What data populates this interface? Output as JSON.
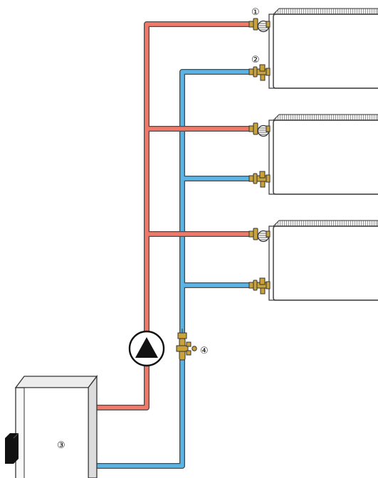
{
  "callouts": {
    "c1": "①",
    "c2": "②",
    "c3": "③",
    "c4": "④"
  },
  "components": {
    "radiators": [
      "radiator-top",
      "radiator-middle",
      "radiator-bottom"
    ],
    "supply_valves": [
      "thermostatic-valve",
      "thermostatic-valve",
      "thermostatic-valve"
    ],
    "return_valves": [
      "lockshield-valve",
      "lockshield-valve",
      "lockshield-valve"
    ],
    "pump": "circulation-pump-icon",
    "balancing_valve": "balancing-valve-icon",
    "boiler": "boiler-icon"
  },
  "colors": {
    "supply_pipe": "#f07a6a",
    "return_pipe": "#5ab4e6",
    "pipe_outline": "#4a4a4a",
    "valve_brass": "#c9a23a",
    "radiator_fill": "#ffffff",
    "radiator_stroke": "#333333"
  }
}
